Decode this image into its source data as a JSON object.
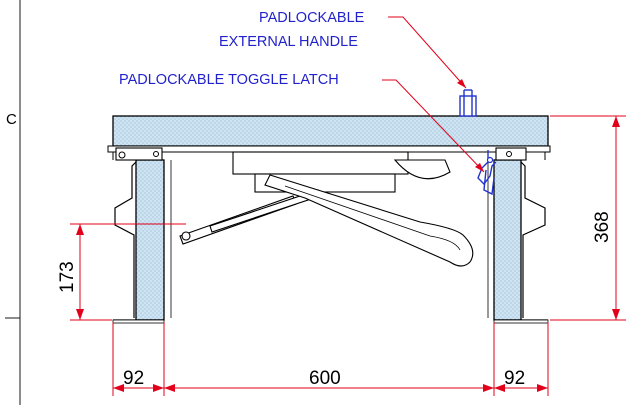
{
  "labels": {
    "external_handle_line1": "PADLOCKABLE",
    "external_handle_line2": "EXTERNAL HANDLE",
    "toggle_latch": "PADLOCKABLE TOGGLE LATCH"
  },
  "margin_letter": "C",
  "dimensions": {
    "overall_height": "368",
    "hinge_height": "173",
    "left_wall": "92",
    "clear_opening": "600",
    "right_wall": "92"
  },
  "colors": {
    "label_text": "#2222cc",
    "dimension_lines": "#e3001b",
    "insulation_fill": "#cfe4f2",
    "highlight_parts": "#2233cc"
  }
}
